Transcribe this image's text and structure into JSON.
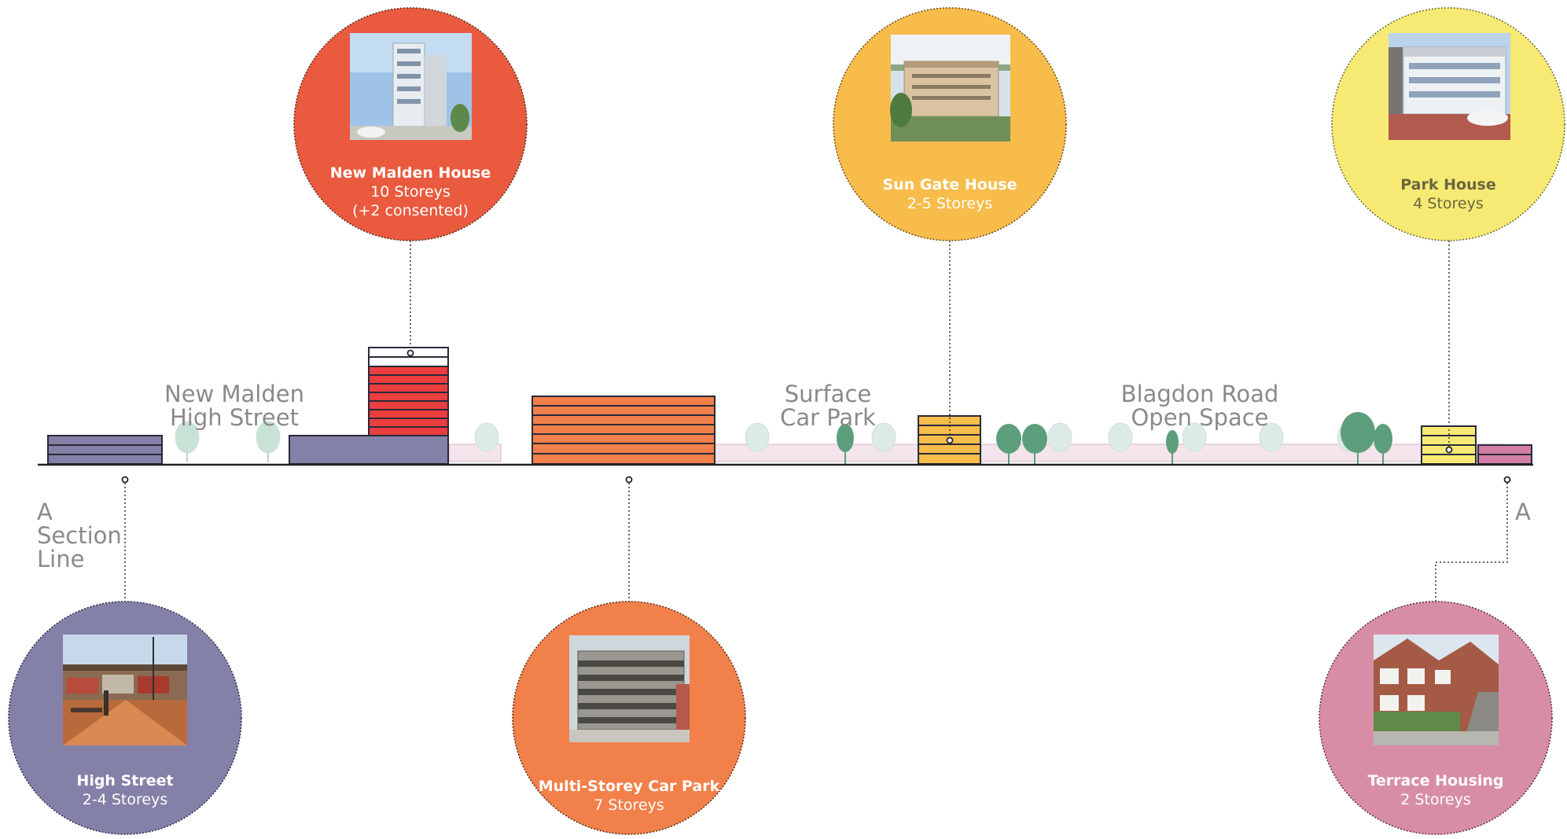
{
  "section_marker_left": "A",
  "section_marker_right": "A",
  "section_line_label": [
    "Section",
    "Line"
  ],
  "zone_labels": {
    "new_malden_high_street": [
      "New Malden",
      "High Street"
    ],
    "surface_car_park": [
      "Surface",
      "Car Park"
    ],
    "blagdon_road_open_space": [
      "Blagdon Road",
      "Open Space"
    ]
  },
  "callouts": {
    "new_malden_house": {
      "name": "New Malden House",
      "lines": [
        "10 Storeys",
        "(+2 consented)"
      ],
      "color": "#e95a3e"
    },
    "sun_gate_house": {
      "name": "Sun Gate House",
      "lines": [
        "2-5 Storeys"
      ],
      "color": "#f7bc4a"
    },
    "park_house": {
      "name": "Park House",
      "lines": [
        "4 Storeys"
      ],
      "color": "#f6ea74"
    },
    "high_street": {
      "name": "High Street",
      "lines": [
        "2-4 Storeys"
      ],
      "color": "#8481a8"
    },
    "multi_storey_car_park": {
      "name": "Multi-Storey Car Park",
      "lines": [
        "7 Storeys"
      ],
      "color": "#f2804a"
    },
    "terrace_housing": {
      "name": "Terrace Housing",
      "lines": [
        "2 Storeys"
      ],
      "color": "#d88da6"
    }
  },
  "colors": {
    "high_street": "#8481a8",
    "new_malden_house": "#ea3e3e",
    "car_park": "#f2804a",
    "sun_gate_house": "#f7bc4a",
    "park_house": "#f6ea74",
    "terrace": "#d27ea3",
    "ground_band": "#f2e1ea",
    "tree_dark": "#5d9e7c",
    "tree_light": "#dcebe5"
  }
}
